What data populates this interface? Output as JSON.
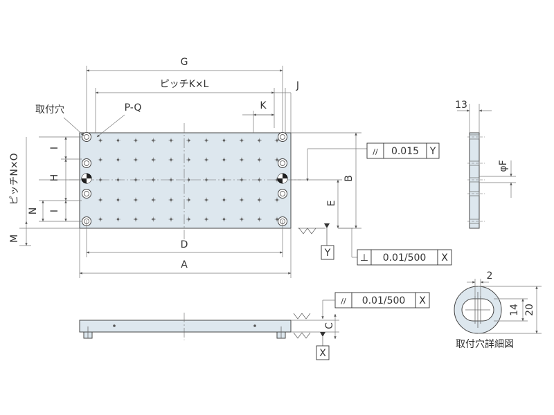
{
  "labels": {
    "G": "G",
    "pitch_kl": "ピッチK×L",
    "J": "J",
    "K": "K",
    "mount_hole": "取付穴",
    "PQ": "P-Q",
    "pitch_no": "ピッチN×O",
    "I_top": "I",
    "H": "H",
    "N": "N",
    "I_bottom": "I",
    "M": "M",
    "D": "D",
    "A": "A",
    "B": "B",
    "E": "E",
    "C": "C",
    "thirteen": "13",
    "phiF": "φF",
    "two": "2",
    "fourteen": "14",
    "twenty": "20",
    "detail_caption": "取付穴詳細図"
  },
  "tolerances": {
    "top": {
      "symbol": "//",
      "value": "0.015",
      "datum": "Y"
    },
    "perp": {
      "symbol": "⊥",
      "value": "0.01/500",
      "datum": "X"
    },
    "side": {
      "symbol": "//",
      "value": "0.01/500",
      "datum": "X"
    }
  },
  "datums": {
    "Y": "Y",
    "X": "X"
  }
}
